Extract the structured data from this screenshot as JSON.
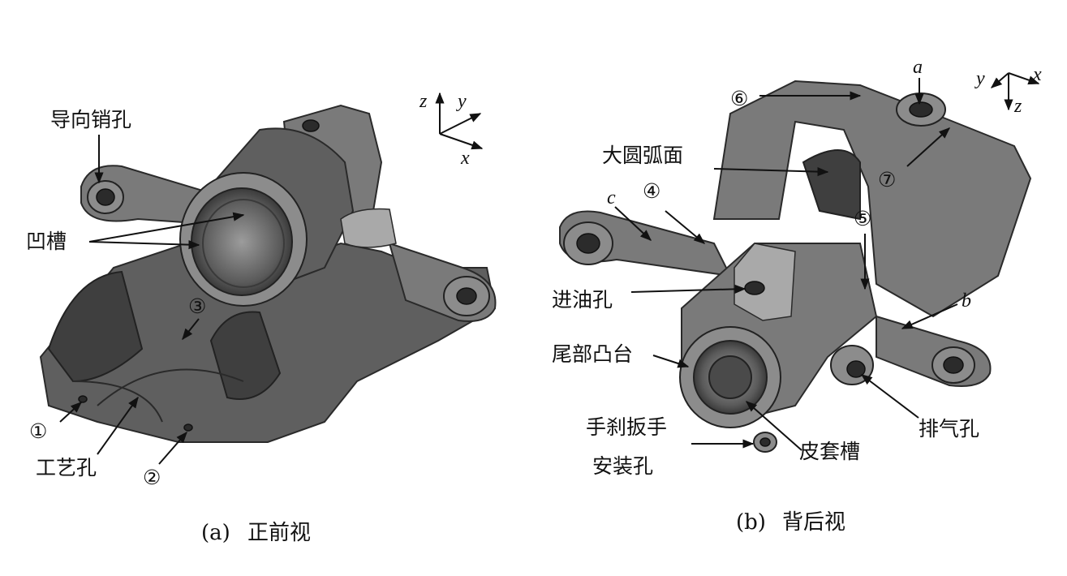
{
  "panel_a": {
    "caption_tag": "(a)",
    "caption_text": "正前视",
    "labels": {
      "guide_pin_hole": "导向销孔",
      "groove": "凹槽",
      "mark_1": "①",
      "mark_2": "②",
      "mark_3": "③",
      "process_hole": "工艺孔"
    },
    "axes": {
      "z": "z",
      "y": "y",
      "x": "x"
    }
  },
  "panel_b": {
    "caption_tag": "(b)",
    "caption_text": "背后视",
    "labels": {
      "mark_4": "④",
      "mark_5": "⑤",
      "mark_6": "⑥",
      "mark_7": "⑦",
      "big_arc_surface": "大圆弧面",
      "point_a": "a",
      "point_b": "b",
      "point_c": "c",
      "oil_inlet_hole": "进油孔",
      "tail_boss": "尾部凸台",
      "handbrake_hole_line1": "手刹扳手",
      "handbrake_hole_line2": "安装孔",
      "boot_groove": "皮套槽",
      "bleed_hole": "排气孔"
    },
    "axes": {
      "y": "y",
      "x": "x",
      "z": "z"
    }
  }
}
